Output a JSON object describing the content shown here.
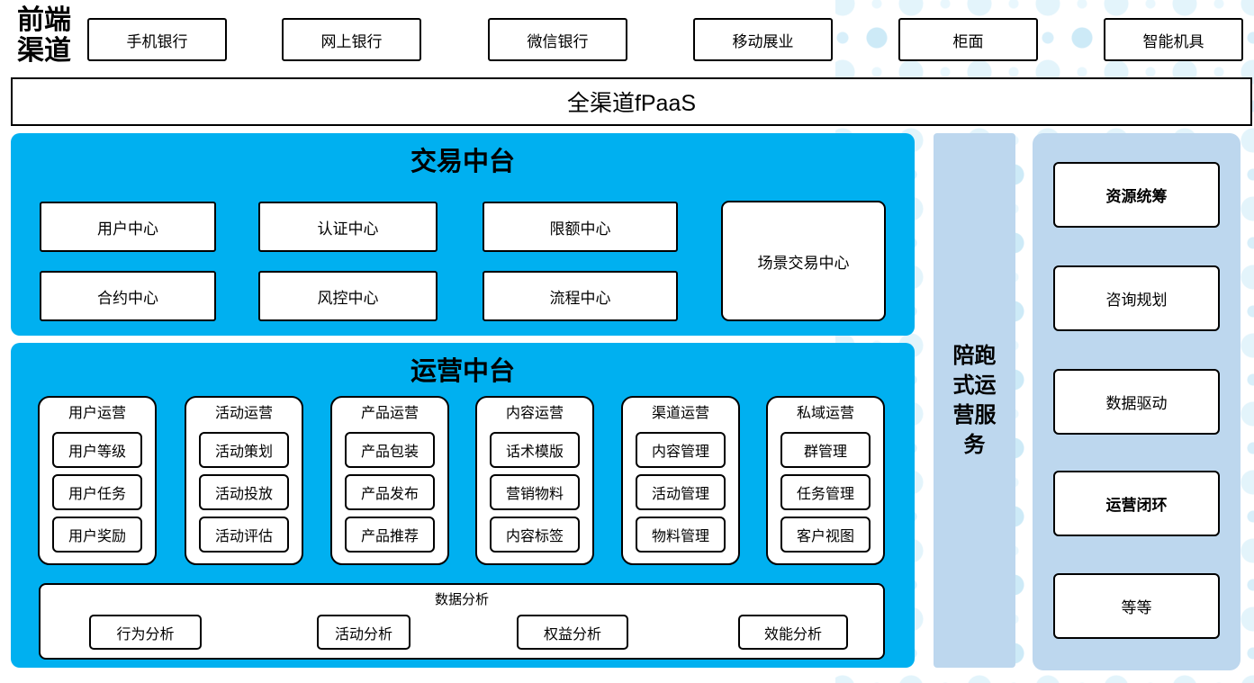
{
  "colors": {
    "accent_blue": "#00b0f0",
    "light_blue": "#bdd7ee",
    "dot_pattern": "#d8effa",
    "box_border": "#000000"
  },
  "front_channels": {
    "label": "前端渠道",
    "items": [
      {
        "label": "手机银行"
      },
      {
        "label": "网上银行"
      },
      {
        "label": "微信银行"
      },
      {
        "label": "移动展业"
      },
      {
        "label": "柜面"
      },
      {
        "label": "智能机具"
      }
    ]
  },
  "fpaas": {
    "label": "全渠道fPaaS"
  },
  "trade_platform": {
    "title": "交易中台",
    "centers": [
      "用户中心",
      "认证中心",
      "限额中心",
      "合约中心",
      "风控中心",
      "流程中心"
    ],
    "scene_center": "场景交易中心"
  },
  "ops_platform": {
    "title": "运营中台",
    "groups": [
      {
        "title": "用户运营",
        "items": [
          "用户等级",
          "用户任务",
          "用户奖励"
        ]
      },
      {
        "title": "活动运营",
        "items": [
          "活动策划",
          "活动投放",
          "活动评估"
        ]
      },
      {
        "title": "产品运营",
        "items": [
          "产品包装",
          "产品发布",
          "产品推荐"
        ]
      },
      {
        "title": "内容运营",
        "items": [
          "话术模版",
          "营销物料",
          "内容标签"
        ]
      },
      {
        "title": "渠道运营",
        "items": [
          "内容管理",
          "活动管理",
          "物料管理"
        ]
      },
      {
        "title": "私域运营",
        "items": [
          "群管理",
          "任务管理",
          "客户视图"
        ]
      }
    ],
    "analysis": {
      "title": "数据分析",
      "items": [
        "行为分析",
        "活动分析",
        "权益分析",
        "效能分析"
      ]
    }
  },
  "side_service": {
    "label": "陪跑式运营服务"
  },
  "right_panel": {
    "items": [
      {
        "label": "资源统筹"
      },
      {
        "label": "咨询规划"
      },
      {
        "label": "数据驱动"
      },
      {
        "label": "运营闭环"
      },
      {
        "label": "等等"
      }
    ]
  }
}
